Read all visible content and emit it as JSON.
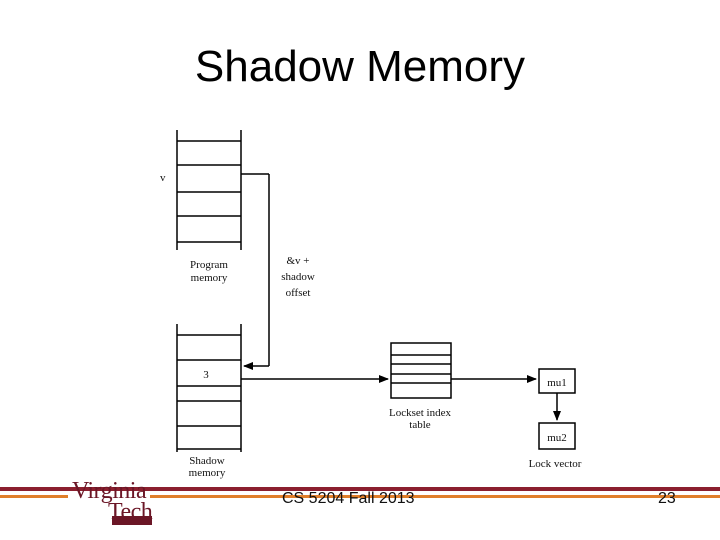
{
  "slide": {
    "title": "Shadow Memory",
    "course": "CS 5204 Fall 2013",
    "page_number": "23"
  },
  "diagram": {
    "v_label": "v",
    "program_memory_label": [
      "Program",
      "memory"
    ],
    "offset_label": [
      "&v +",
      "shadow",
      "offset"
    ],
    "shadow_value": "3",
    "shadow_memory_label": [
      "Shadow",
      "memory"
    ],
    "lockset_table_label": [
      "Lockset index",
      "table"
    ],
    "lock_mu1": "mu1",
    "lock_mu2": "mu2",
    "lock_vector_label": "Lock vector"
  },
  "logo": {
    "line1": "Virginia",
    "line2": "Tech"
  },
  "colors": {
    "maroon": "#8b1f2e",
    "orange": "#e07f2a"
  }
}
